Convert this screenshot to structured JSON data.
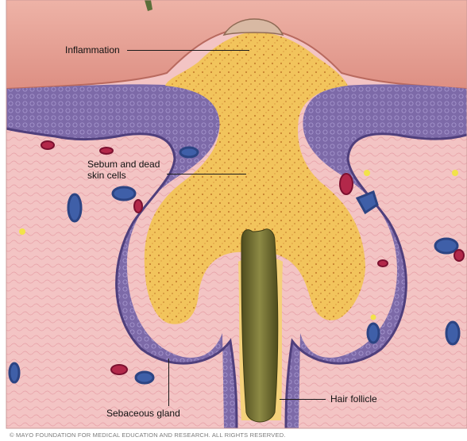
{
  "labels": {
    "inflammation": "Inflammation",
    "sebum": "Sebum and dead skin cells",
    "sebaceous_gland": "Sebaceous gland",
    "hair_follicle": "Hair follicle"
  },
  "copyright": "© MAYO FOUNDATION FOR MEDICAL EDUCATION AND RESEARCH. ALL RIGHTS RESERVED.",
  "colors": {
    "skin_surface": "#e9a69a",
    "dermis": "#f3c4c4",
    "epidermis_purple": "#7d6aa8",
    "epidermis_dark": "#4f3f7c",
    "sebum_fill": "#f2c45c",
    "sebum_dots": "#c98432",
    "hair": "#6e6a2e",
    "vessel_blue": "#3f5fa8",
    "vessel_red": "#b3284a"
  }
}
